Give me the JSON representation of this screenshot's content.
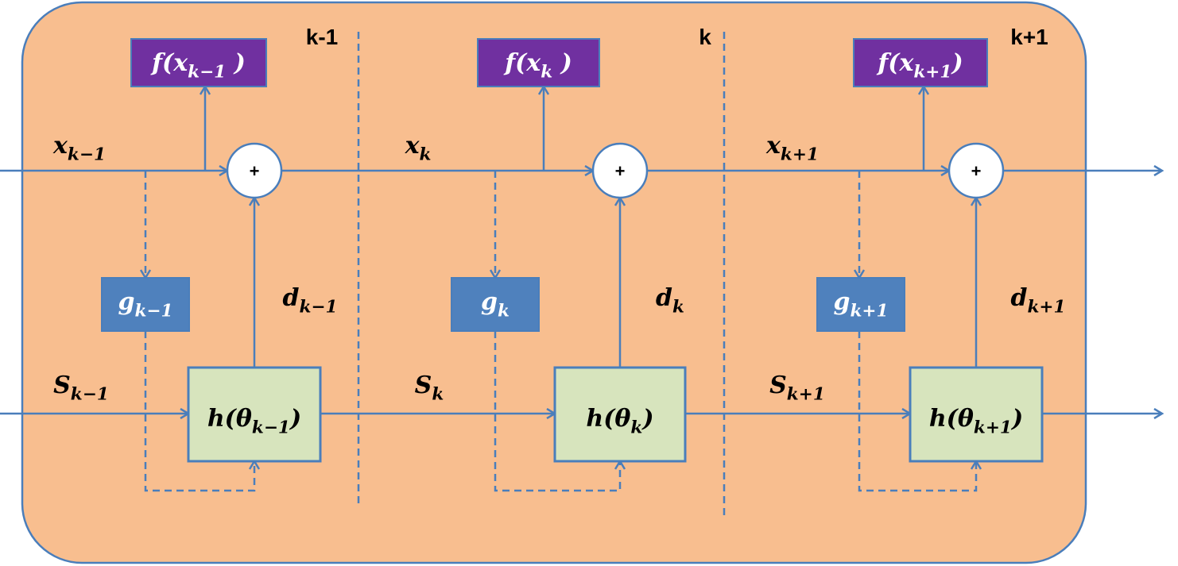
{
  "colors": {
    "background": "#f8be8f",
    "line": "#4a7ebb",
    "f_box": "#7030a0",
    "g_box": "#4f81bd",
    "h_box": "#d7e4bd",
    "h_border": "#4a7ebb",
    "text": "#000000",
    "box_text": "#ffffff"
  },
  "stages": [
    {
      "label": "k-1",
      "f": {
        "base": "f(x",
        "sub": "k−1",
        "close": " )"
      },
      "x": {
        "base": "x",
        "sub": "k−1"
      },
      "g": {
        "base": "g",
        "sub": "k−1"
      },
      "d": {
        "base": "d",
        "sub": "k−1"
      },
      "s": {
        "base": "S",
        "sub": "k−1"
      },
      "h": {
        "base": "h(θ",
        "sub": "k−1",
        "close": ")"
      },
      "sum": "+"
    },
    {
      "label": "k",
      "f": {
        "base": "f(x",
        "sub": "k",
        "close": " )"
      },
      "x": {
        "base": "x",
        "sub": "k"
      },
      "g": {
        "base": "g",
        "sub": "k"
      },
      "d": {
        "base": "d",
        "sub": "k"
      },
      "s": {
        "base": "S",
        "sub": "k"
      },
      "h": {
        "base": "h(θ",
        "sub": "k",
        "close": ")"
      },
      "sum": "+"
    },
    {
      "label": "k+1",
      "f": {
        "base": "f(x",
        "sub": "k+1",
        "close": ")"
      },
      "x": {
        "base": "x",
        "sub": "k+1"
      },
      "g": {
        "base": "g",
        "sub": "k+1"
      },
      "d": {
        "base": "d",
        "sub": "k+1"
      },
      "s": {
        "base": "S",
        "sub": "k+1"
      },
      "h": {
        "base": "h(θ",
        "sub": "k+1",
        "close": ")"
      },
      "sum": "+"
    }
  ]
}
